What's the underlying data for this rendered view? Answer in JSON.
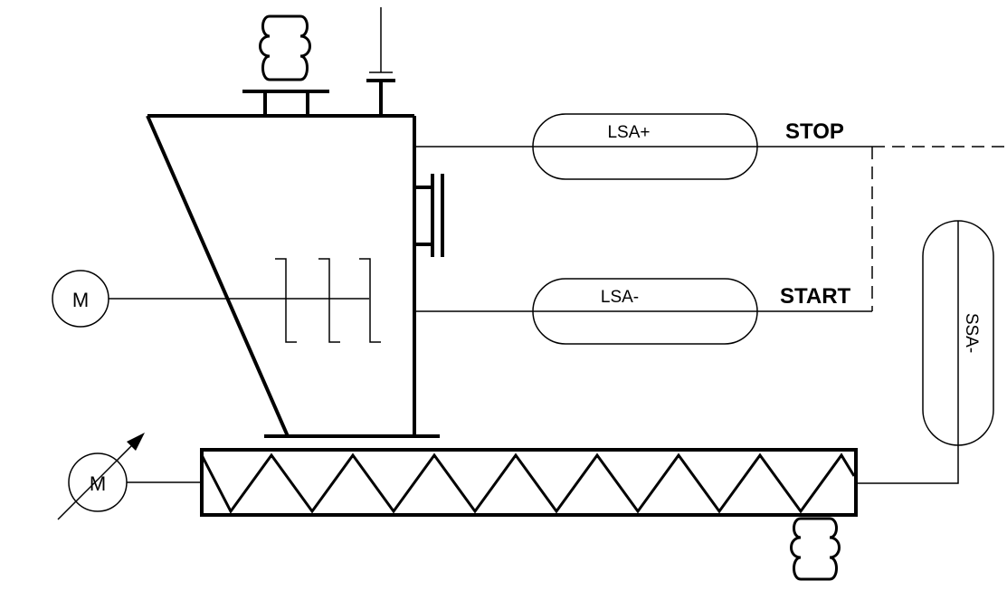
{
  "instruments": {
    "high_level": "LSA+",
    "low_level": "LSA-",
    "speed_switch": "SSA-"
  },
  "signals": {
    "stop": "STOP",
    "start": "START"
  },
  "motors": {
    "agitator_motor": "M",
    "screw_motor": "M"
  },
  "colors": {
    "line": "#000000",
    "background": "#ffffff"
  }
}
